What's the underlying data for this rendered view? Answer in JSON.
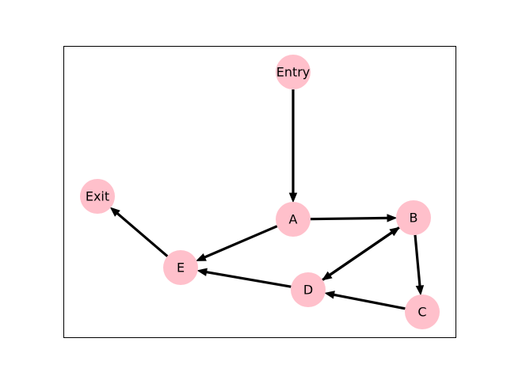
{
  "graph": {
    "nodes": [
      {
        "id": "Entry",
        "label": "Entry"
      },
      {
        "id": "A",
        "label": "A"
      },
      {
        "id": "B",
        "label": "B"
      },
      {
        "id": "C",
        "label": "C"
      },
      {
        "id": "D",
        "label": "D"
      },
      {
        "id": "E",
        "label": "E"
      },
      {
        "id": "Exit",
        "label": "Exit"
      }
    ],
    "edges": [
      {
        "from": "Entry",
        "to": "A"
      },
      {
        "from": "A",
        "to": "B"
      },
      {
        "from": "A",
        "to": "E"
      },
      {
        "from": "B",
        "to": "C"
      },
      {
        "from": "B",
        "to": "D"
      },
      {
        "from": "D",
        "to": "B"
      },
      {
        "from": "C",
        "to": "D"
      },
      {
        "from": "D",
        "to": "E"
      },
      {
        "from": "E",
        "to": "Exit"
      }
    ]
  },
  "colors": {
    "node_fill": "#ffc0cb",
    "edge": "#000000",
    "frame": "#000000",
    "background": "#ffffff"
  }
}
